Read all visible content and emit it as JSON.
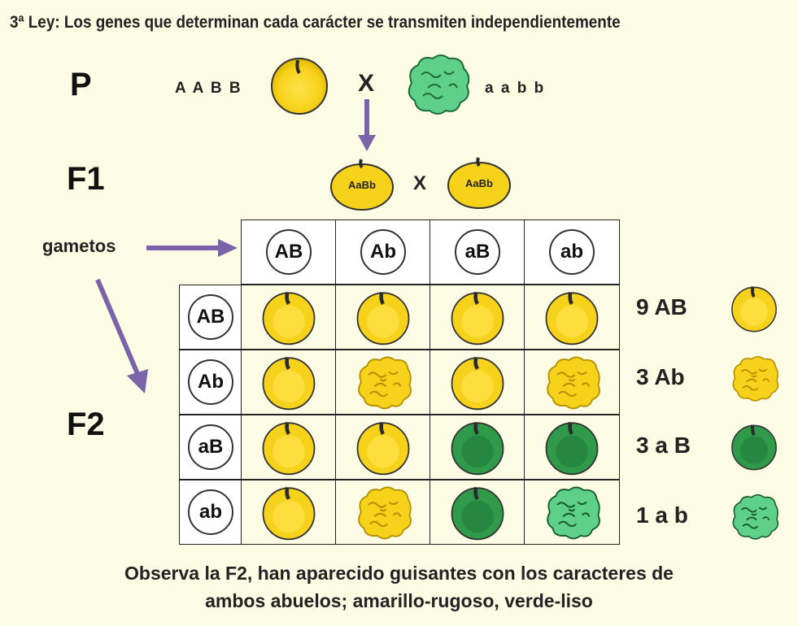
{
  "title": "3ª Ley:  Los genes que determinan cada carácter se transmiten independientemente",
  "p_generation": {
    "label": "P",
    "genotype_left": "A A B B",
    "cross": "X",
    "genotype_right": "a a b b"
  },
  "f1_generation": {
    "label": "F1",
    "pea_genotype_left": "AaBb",
    "cross": "X",
    "pea_genotype_right": "AaBb"
  },
  "gametes_label": "gametos",
  "f2_label": "F2",
  "gametes": [
    "AB",
    "Ab",
    "aB",
    "ab"
  ],
  "grid": [
    [
      "yellow-smooth",
      "yellow-smooth",
      "yellow-smooth",
      "yellow-smooth"
    ],
    [
      "yellow-smooth",
      "yellow-wrinkled",
      "yellow-smooth",
      "yellow-wrinkled"
    ],
    [
      "yellow-smooth",
      "yellow-smooth",
      "green-smooth",
      "green-smooth"
    ],
    [
      "yellow-smooth",
      "yellow-wrinkled",
      "green-smooth",
      "green-wrinkled"
    ]
  ],
  "ratios": [
    {
      "label": "9 AB",
      "pea": "yellow-smooth"
    },
    {
      "label": "3 Ab",
      "pea": "yellow-wrinkled"
    },
    {
      "label": "3 a B",
      "pea": "green-smooth"
    },
    {
      "label": "1 a b",
      "pea": "green-wrinkled"
    }
  ],
  "caption_line1": "Observa la F2, han aparecido guisantes con los caracteres de",
  "caption_line2": "ambos abuelos; amarillo-rugoso, verde-liso",
  "colors": {
    "yellow": "#f7d21a",
    "yellow_dark": "#c9a300",
    "green": "#2e9a4a",
    "green_light": "#5fd08a",
    "arrow": "#7a63a8",
    "background": "#fcfbe4"
  }
}
